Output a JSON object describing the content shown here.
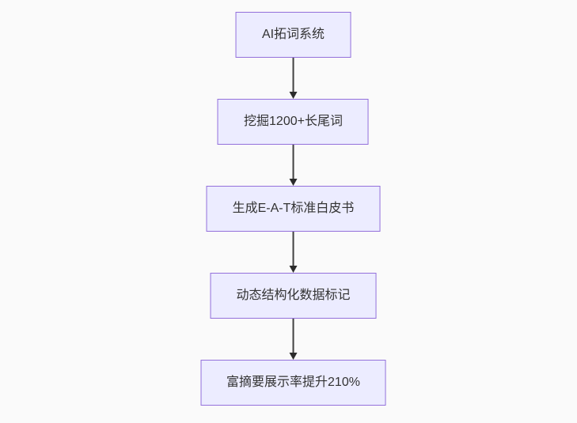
{
  "diagram": {
    "type": "flowchart",
    "direction": "top-down",
    "nodes": [
      {
        "id": "n1",
        "label": "AI拓词系统"
      },
      {
        "id": "n2",
        "label": "挖掘1200+长尾词"
      },
      {
        "id": "n3",
        "label": "生成E-A-T标准白皮书"
      },
      {
        "id": "n4",
        "label": "动态结构化数据标记"
      },
      {
        "id": "n5",
        "label": "富摘要展示率提升210%"
      }
    ],
    "edges": [
      {
        "from": "n1",
        "to": "n2"
      },
      {
        "from": "n2",
        "to": "n3"
      },
      {
        "from": "n3",
        "to": "n4"
      },
      {
        "from": "n4",
        "to": "n5"
      }
    ],
    "colors": {
      "background": "#fafafa",
      "node_fill": "#ECECFF",
      "node_border": "#9370DB",
      "node_text": "#333333",
      "arrow": "#333333"
    }
  }
}
